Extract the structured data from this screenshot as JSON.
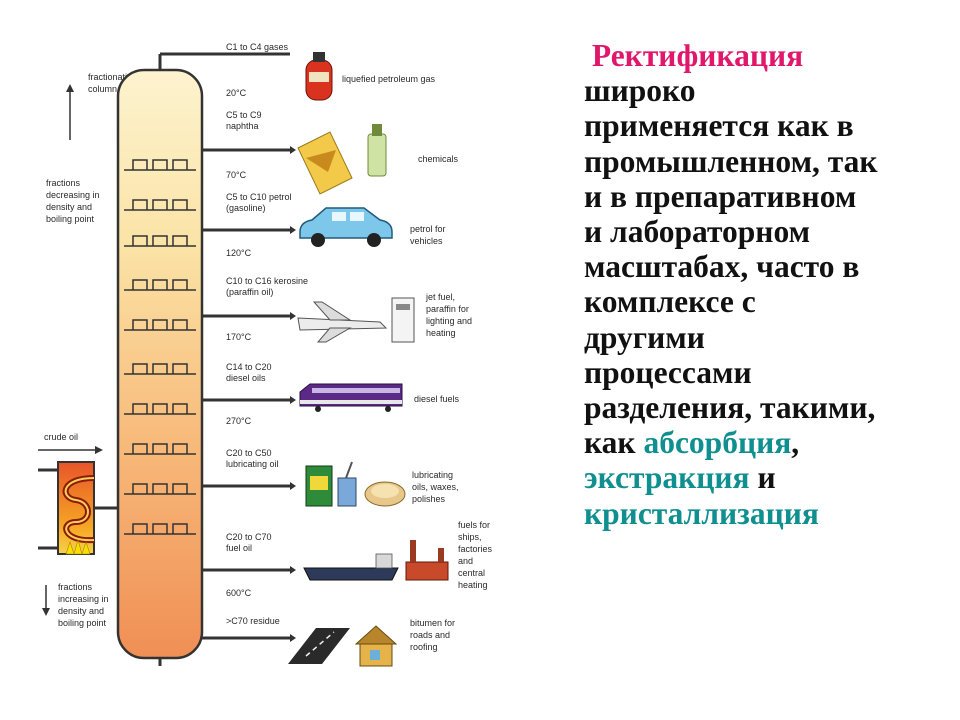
{
  "colors": {
    "title_accent": "#e0186c",
    "term_accent": "#0f8f8f",
    "body_text": "#111111"
  },
  "diagram": {
    "column_label": [
      "fractionating",
      "column"
    ],
    "fractions_decreasing": [
      "fractions",
      "decreasing in",
      "density and",
      "boiling point"
    ],
    "fractions_increasing": [
      "fractions",
      "increasing in",
      "density and",
      "boiling point"
    ],
    "crude_oil": "crude oil",
    "temperatures": [
      "20°C",
      "70°C",
      "120°C",
      "170°C",
      "270°C",
      "600°C"
    ],
    "fractions": [
      {
        "l1": "C1 to C4 gases",
        "l2": "",
        "product": [
          "liquefied petroleum gas"
        ],
        "icon": "gas-cylinder-icon"
      },
      {
        "l1": "C5 to C9",
        "l2": "naphtha",
        "product": [
          "chemicals"
        ],
        "icon": "chemicals-icon"
      },
      {
        "l1": "C5 to C10 petrol",
        "l2": "(gasoline)",
        "product": [
          "petrol for",
          "vehicles"
        ],
        "icon": "car-icon"
      },
      {
        "l1": "C10 to C16 kerosine",
        "l2": "(paraffin oil)",
        "product": [
          "jet fuel,",
          "paraffin for",
          "lighting and",
          "heating"
        ],
        "icon": "jet-plane-icon"
      },
      {
        "l1": "C14 to C20",
        "l2": "diesel oils",
        "product": [
          "diesel fuels"
        ],
        "icon": "train-icon"
      },
      {
        "l1": "C20 to C50",
        "l2": "lubricating oil",
        "product": [
          "lubricating",
          "oils, waxes,",
          "polishes"
        ],
        "icon": "lubricant-cans-icon"
      },
      {
        "l1": "C20 to C70",
        "l2": "fuel oil",
        "product": [
          "fuels for",
          "ships,",
          "factories",
          "and",
          "central",
          "heating"
        ],
        "icon": "ship-factory-icon"
      },
      {
        "l1": ">C70 residue",
        "l2": "",
        "product": [
          "bitumen for",
          "roads and",
          "roofing"
        ],
        "icon": "road-house-icon"
      }
    ]
  },
  "text": {
    "title_word": "Ректификация",
    "lines_before": [
      "широко",
      "применяется как в",
      "промышленном, так",
      "и в препаративном",
      "и лабораторном",
      "масштабах, часто в",
      "комплексе с",
      "другими",
      "процессами",
      "разделения, такими,"
    ],
    "line_kak": "как",
    "term_absorption": "абсорбция",
    "comma": ",",
    "term_extraction": "экстракция",
    "conj_and": "и",
    "term_crystallization": "кристаллизация"
  }
}
